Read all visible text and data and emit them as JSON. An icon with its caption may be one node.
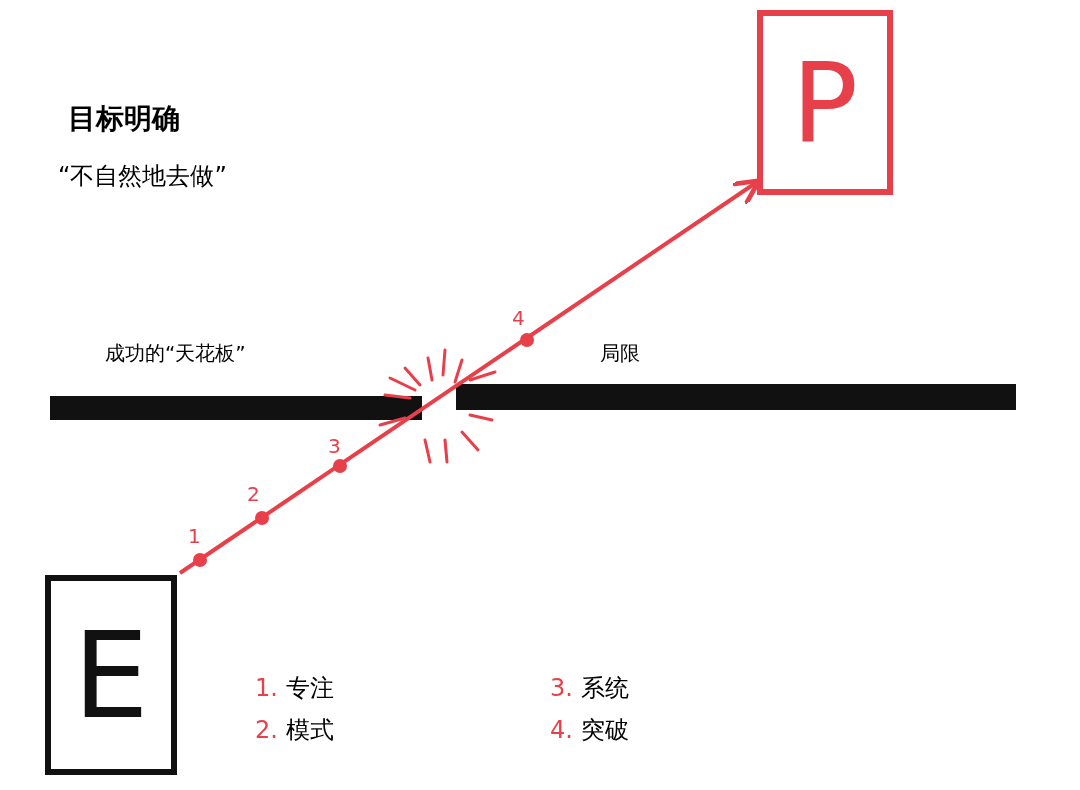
{
  "diagram": {
    "title": "目标明确",
    "nodes": [
      {
        "text": [
          "P"
        ]
      },
      {
        "text": [
          "E"
        ]
      }
    ],
    "edges": [
      {
        "from": 1,
        "to": 0,
        "arrow": "to",
        "color": "#e8404a"
      }
    ],
    "labels": [
      "“不自然地去做”",
      "4",
      "成功的“天花板”",
      "局限",
      "3",
      "2",
      "1",
      "1. 专注",
      "3. 系统",
      "2. 模式",
      "4. 突破"
    ]
  }
}
